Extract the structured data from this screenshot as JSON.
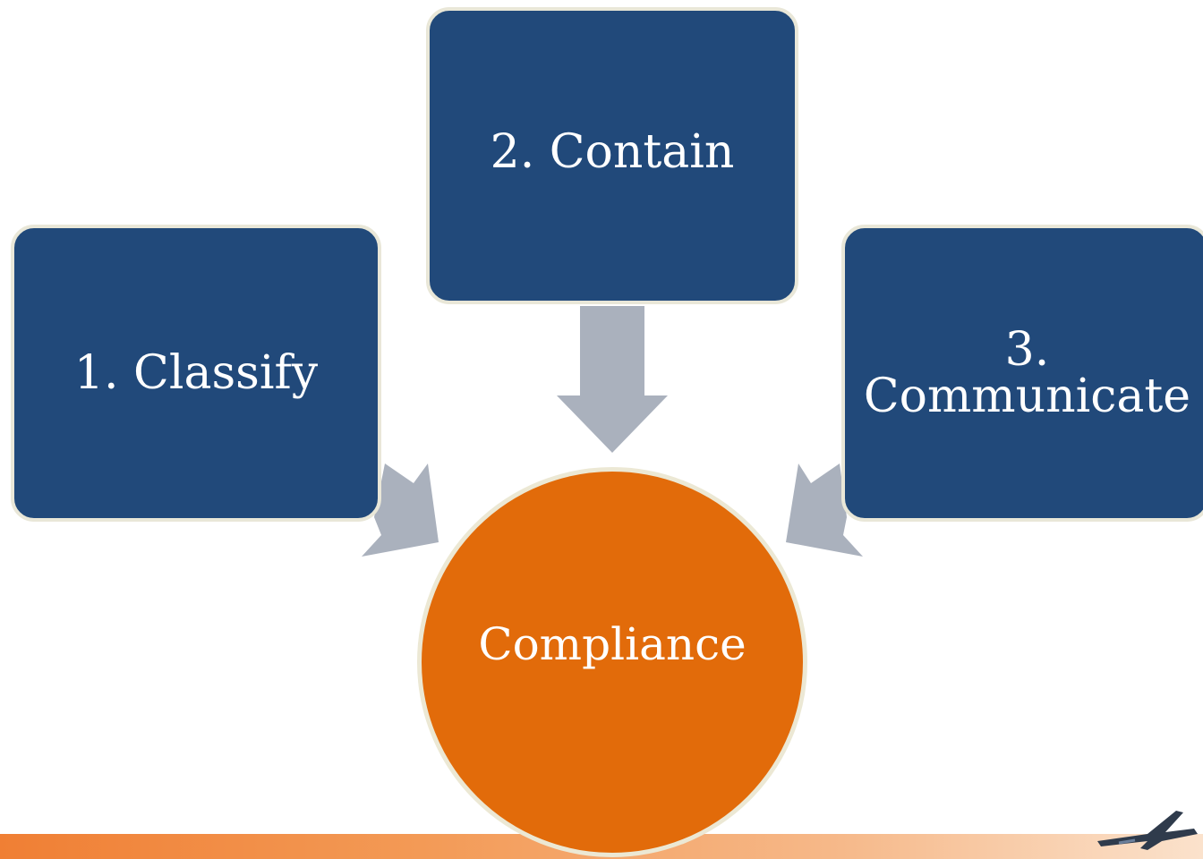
{
  "nodes": {
    "classify": "1. Classify",
    "contain": "2. Contain",
    "communicate_line1": "3.",
    "communicate_line2": "Communicate",
    "center": "Compliance"
  },
  "colors": {
    "box_fill": "#21497a",
    "box_border": "#e9e7d8",
    "center_fill": "#e26b0a",
    "arrow_fill": "#aab1bd",
    "footer_band": "#f07f34"
  },
  "icons": {
    "corner_graphic": "airplane-icon"
  }
}
